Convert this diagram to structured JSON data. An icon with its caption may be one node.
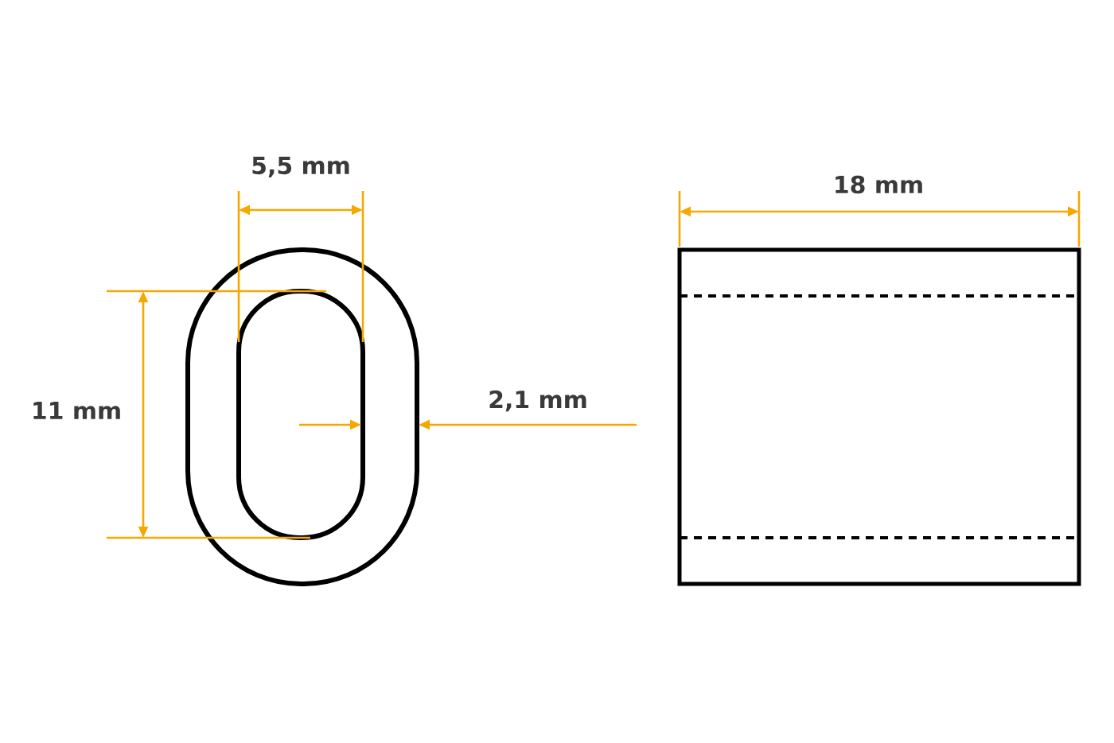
{
  "diagram": {
    "labels": [
      "5,5 mm",
      "18 mm",
      "11 mm",
      "2,1 mm"
    ]
  }
}
